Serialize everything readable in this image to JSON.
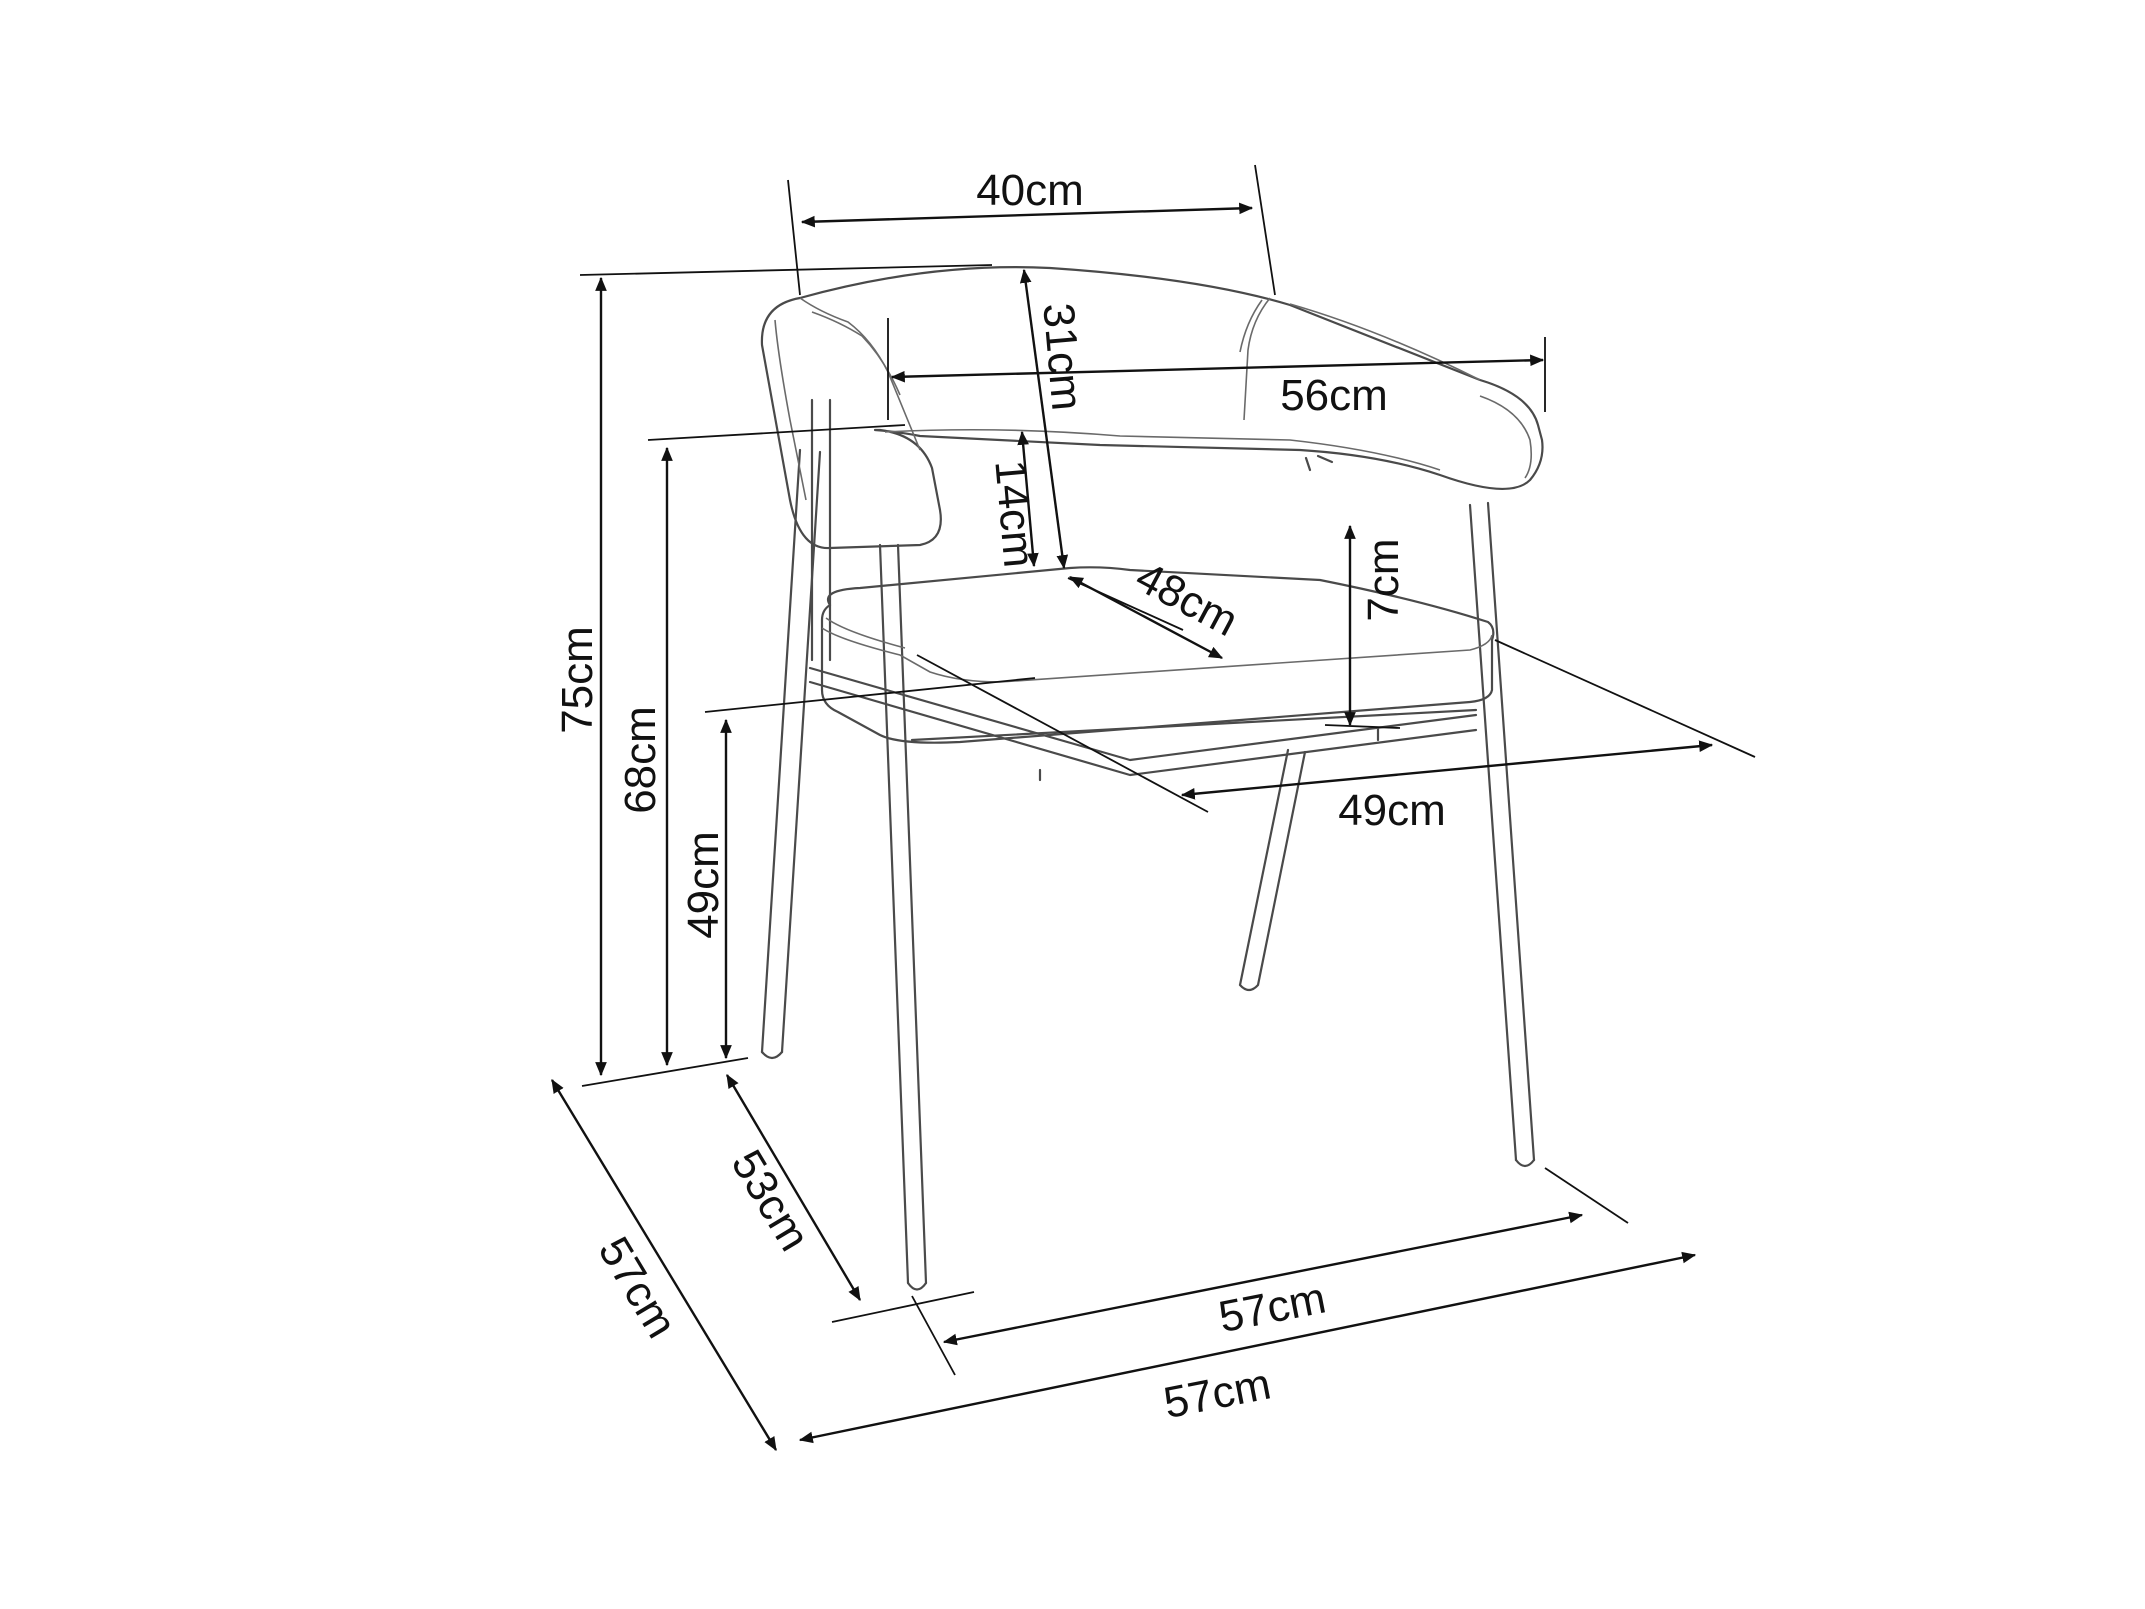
{
  "dimensions": {
    "backrest_width": "40cm",
    "overall_width_arms": "56cm",
    "backrest_height": "31cm",
    "armrest_height_above_seat": "14cm",
    "seat_depth": "48cm",
    "seat_thickness": "7cm",
    "seat_width": "49cm",
    "total_height": "75cm",
    "armrest_height": "68cm",
    "seat_height": "49cm",
    "leg_depth": "53cm",
    "overall_depth": "57cm",
    "leg_width": "57cm",
    "overall_width": "57cm"
  }
}
